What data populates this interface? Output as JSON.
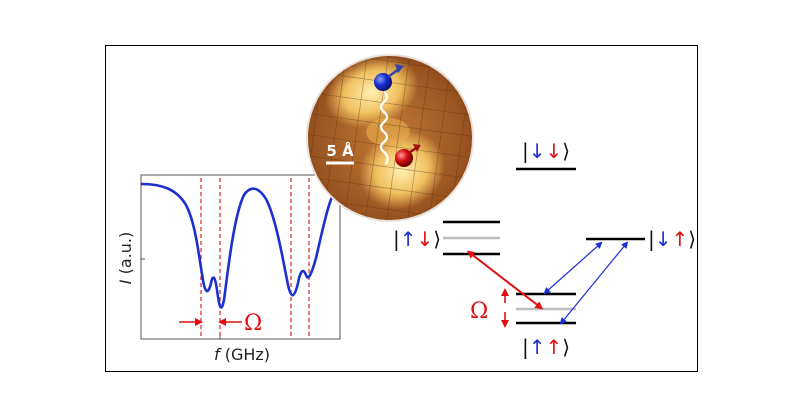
{
  "figure": {
    "scale_label": "5 Å",
    "omega_symbol": "Ω",
    "y_axis_label_italic": "I",
    "y_axis_label_rest": " (a.u.)",
    "x_axis_label_italic": "f",
    "x_axis_label_rest": " (GHz)"
  },
  "levels": {
    "down_down": {
      "left": "|",
      "a1": "↓",
      "a2": "↓",
      "right": "⟩"
    },
    "up_down": {
      "left": "|",
      "a1": "↑",
      "a2": "↓",
      "right": "⟩"
    },
    "down_up": {
      "left": "|",
      "a1": "↓",
      "a2": "↑",
      "right": "⟩"
    },
    "up_up": {
      "left": "|",
      "a1": "↑",
      "a2": "↑",
      "right": "⟩"
    }
  },
  "colors": {
    "spectrum_line": "#1c2fd0",
    "dashed_markers": "#e02020",
    "blue_spin": "#1b2fd6",
    "red_spin": "#e01010",
    "level_line": "#000000",
    "level_gray": "#bdbdbd",
    "stm_dark": "#7a3a10",
    "stm_bright": "#f4d070"
  },
  "icons": {
    "blue_atom": "blue-sphere-icon",
    "red_atom": "red-sphere-icon",
    "coupling": "wavy-coupling-icon"
  }
}
